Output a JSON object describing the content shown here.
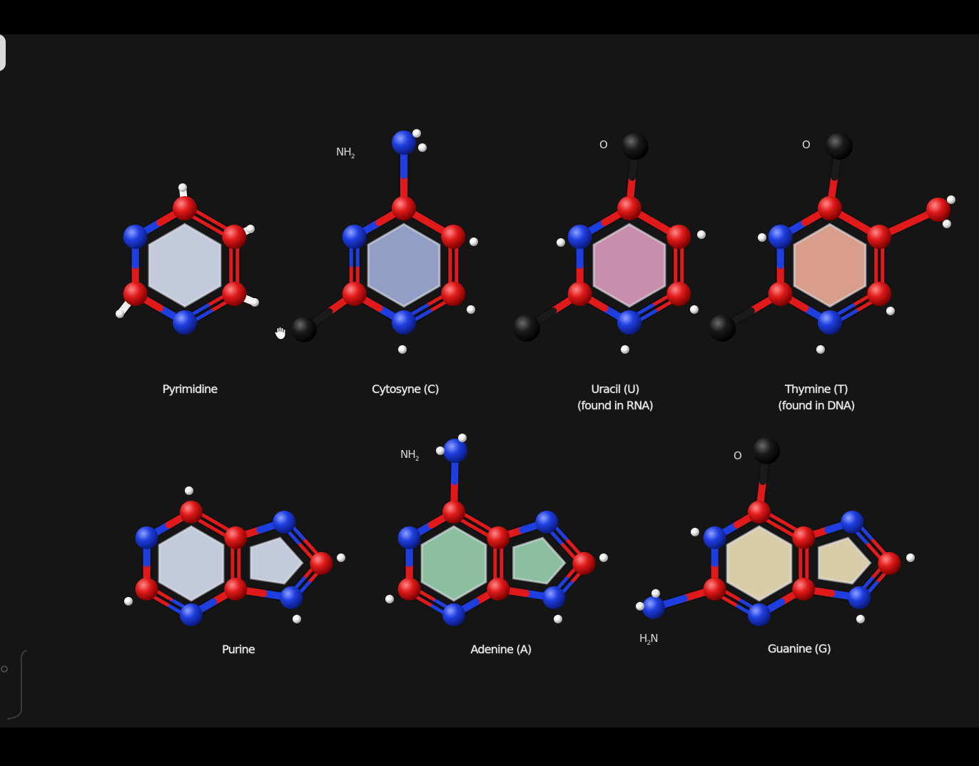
{
  "molecules": {
    "pyrimidine": {
      "label": "Pyrimidine",
      "fill": "#cdd4e6"
    },
    "cytosyne": {
      "label": "Cytosyne (C)",
      "fill": "#9aa6cf",
      "group": "NH",
      "group_sub": "2"
    },
    "uracil": {
      "label_line1": "Uracil (U)",
      "label_line2": "(found in RNA)",
      "fill": "#d395b5",
      "group": "O"
    },
    "thymine": {
      "label_line1": "Thymine (T)",
      "label_line2": "(found in DNA)",
      "fill": "#e4a592",
      "group": "O"
    },
    "purine": {
      "label": "Purine",
      "fill": "#cdd4e6"
    },
    "adenine": {
      "label": "Adenine (A)",
      "fill": "#93c9a7",
      "group": "NH",
      "group_sub": "2"
    },
    "guanine": {
      "label": "Guanine (G)",
      "fill": "#e4d6b0",
      "group_top": "O",
      "group_left_pre": "H",
      "group_left_sub": "2",
      "group_left_post": "N"
    }
  },
  "atom_colors": {
    "carbon_red": "#e01a1a",
    "nitrogen_blue": "#1f3ee0",
    "hydrogen_white": "#f2f2f2",
    "oxygen_black": "#1a1a1a"
  },
  "cursor_icon": "hand-grab-icon"
}
